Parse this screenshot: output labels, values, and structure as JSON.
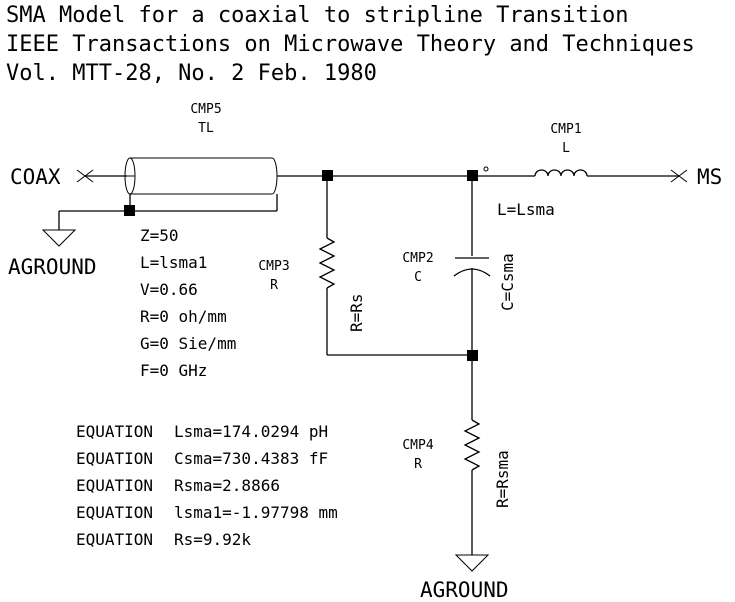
{
  "title_lines": [
    "SMA Model for a coaxial to stripline Transition",
    "IEEE Transactions on Microwave Theory and Techniques",
    "Vol. MTT-28, No. 2 Feb. 1980"
  ],
  "ports": {
    "left": "COAX",
    "right": "MS"
  },
  "grounds": {
    "left": "AGROUND",
    "bottom": "AGROUND"
  },
  "tl": {
    "id": "CMP5",
    "type": "TL",
    "params": [
      "Z=50",
      "L=lsma1",
      "V=0.66",
      "R=0 oh/mm",
      "G=0 Sie/mm",
      "F=0 GHz"
    ]
  },
  "cmp1": {
    "id": "CMP1",
    "type": "L",
    "value": "L=Lsma"
  },
  "cmp2": {
    "id": "CMP2",
    "type": "C",
    "value": "C=Csma"
  },
  "cmp3": {
    "id": "CMP3",
    "type": "R",
    "value": "R=Rs"
  },
  "cmp4": {
    "id": "CMP4",
    "type": "R",
    "value": "R=Rsma"
  },
  "equations": [
    {
      "keyword": "EQUATION",
      "expr": "Lsma=174.0294 pH"
    },
    {
      "keyword": "EQUATION",
      "expr": "Csma=730.4383 fF"
    },
    {
      "keyword": "EQUATION",
      "expr": "Rsma=2.8866"
    },
    {
      "keyword": "EQUATION",
      "expr": "lsma1=-1.97798 mm"
    },
    {
      "keyword": "EQUATION",
      "expr": "Rs=9.92k"
    }
  ]
}
